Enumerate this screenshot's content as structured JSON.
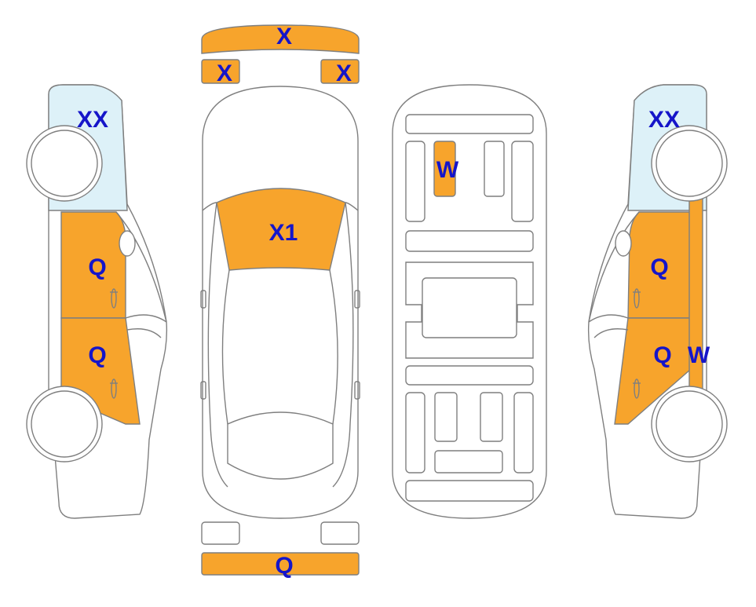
{
  "colors": {
    "damage": "#F7A42C",
    "glass_tint": "#DDF1F8",
    "outline": "#7f7f7f",
    "label": "#1515C9",
    "background": "#ffffff"
  },
  "labels": {
    "front_bumper": "X",
    "front_left_light": "X",
    "front_right_light": "X",
    "hood": "X1",
    "rear_bumper": "Q",
    "roof_panel": "W",
    "left_front_fender": "XX",
    "left_front_door": "Q",
    "left_rear_door": "Q",
    "right_front_fender": "XX",
    "right_front_door": "Q",
    "right_rear_door": "Q",
    "right_pillar": "W"
  }
}
